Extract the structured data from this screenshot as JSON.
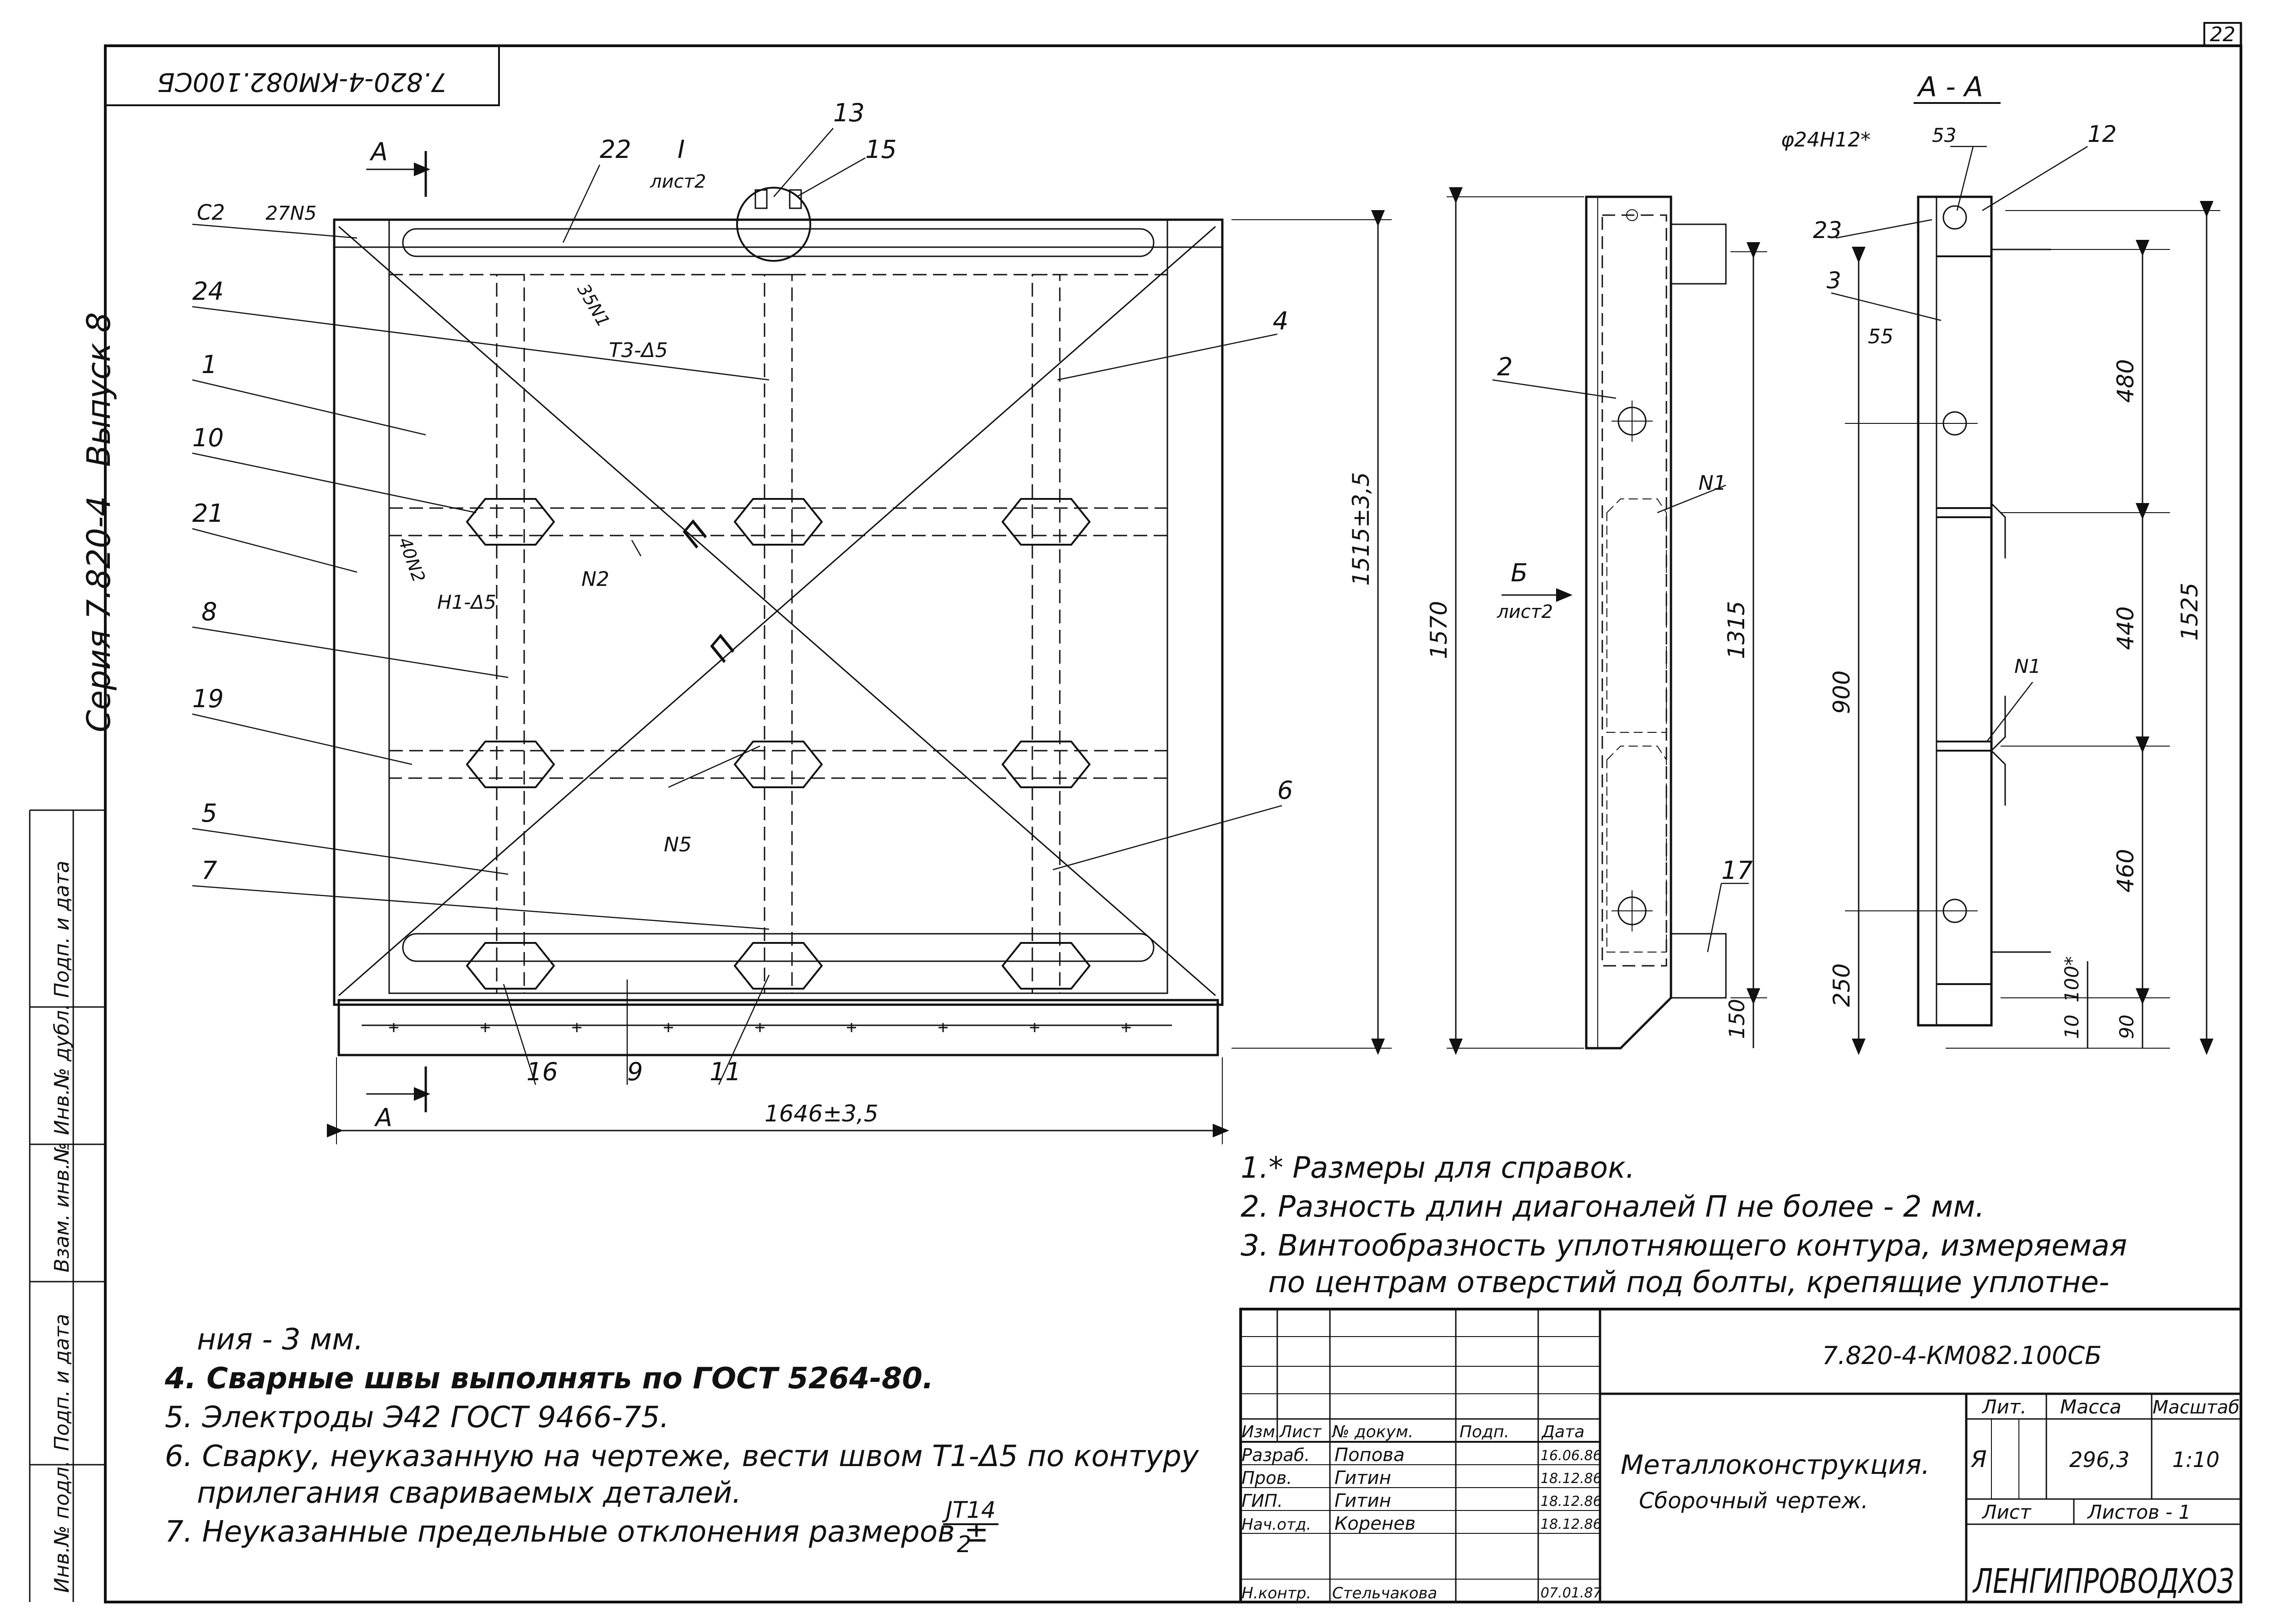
{
  "sheet": {
    "page_number": "22",
    "top_code_mirrored": "7.820-4-КМ082.100СБ",
    "left_margin": {
      "series": "Серия 7.820-4",
      "issue": "Выпуск 8",
      "stamps": [
        "Инв.№ подл.",
        "Подп. и дата",
        "Взам. инв.№",
        "Инв.№ дубл.",
        "Подп. и дата"
      ]
    }
  },
  "drawing": {
    "front_view": {
      "section_mark_top": "А",
      "section_mark_bottom": "А",
      "callout_I": "I",
      "callout_I_ref": "лист2",
      "weld_c2": "С2",
      "weld_27n5": "27N5",
      "weld_35n1": "35N1",
      "weld_t3": "Т3-Δ5",
      "weld_40n2": "40N2",
      "weld_h1": "Н1-Δ5",
      "weld_n2": "N2",
      "weld_n5": "N5",
      "diag_mark_1": "П",
      "diag_mark_2": "П",
      "dim_height": "1515±3,5",
      "dim_width": "1646±3,5",
      "part_labels": [
        "22",
        "13",
        "15",
        "24",
        "4",
        "1",
        "10",
        "21",
        "8",
        "19",
        "5",
        "7",
        "6",
        "16",
        "9",
        "11"
      ]
    },
    "side_view": {
      "part_2": "2",
      "weld_n1": "N1",
      "part_17": "17",
      "view_B": "Б",
      "view_B_ref": "лист2",
      "dim_1570": "1570",
      "dim_1315": "1315",
      "dim_150": "150"
    },
    "section_AA": {
      "title": "А - А",
      "hole": "φ24Н12*",
      "dim_53": "53",
      "part_12": "12",
      "part_23": "23",
      "part_3": "3",
      "dim_55": "55",
      "weld_n1a": "N1",
      "weld_n1b": "N1",
      "dim_480": "480",
      "dim_440": "440",
      "dim_460": "460",
      "dim_900": "900",
      "dim_250": "250",
      "dim_1525": "1525",
      "dim_100": "100*",
      "dim_10": "10",
      "dim_90": "90"
    }
  },
  "notes": {
    "n1": "1.* Размеры для справок.",
    "n2": "2. Разность длин диагоналей П не более - 2 мм.",
    "n3a": "3. Винтообразность уплотняющего контура, измеряемая",
    "n3b": "по центрам отверстий под болты, крепящие уплотне-",
    "n3c": "ния - 3 мм.",
    "n4": "4. Сварные швы выполнять по ГОСТ 5264-80.",
    "n5": "5. Электроды Э42 ГОСТ 9466-75.",
    "n6a": "6. Сварку, неуказанную на чертеже, вести швом Т1-Δ5 по контуру",
    "n6b": "прилегания свариваемых деталей.",
    "n7": "7. Неуказанные предельные отклонения размеров ±",
    "n7_frac_num": "JT14",
    "n7_frac_den": "2"
  },
  "title_block": {
    "code": "7.820-4-КМ082.100СБ",
    "headers": [
      "Изм.",
      "Лист",
      "№ докум.",
      "Подп.",
      "Дата"
    ],
    "rows": [
      {
        "role": "Разраб.",
        "name": "Попова",
        "date": "16.06.86"
      },
      {
        "role": "Пров.",
        "name": "Гитин",
        "date": "18.12.86"
      },
      {
        "role": "ГИП.",
        "name": "Гитин",
        "date": "18.12.86"
      },
      {
        "role": "Нач.отд.",
        "name": "Коренев",
        "date": "18.12.86"
      },
      {
        "role": "Н.контр.",
        "name": "Стельчакова",
        "date": "07.01.87"
      }
    ],
    "name_line1": "Металлоконструкция.",
    "name_line2": "Сборочный чертеж.",
    "lit_header": "Лит.",
    "mass_header": "Масса",
    "scale_header": "Масштаб",
    "lit": "Я",
    "mass": "296,3",
    "scale": "1:10",
    "sheet_label": "Лист",
    "sheets_label": "Листов - 1",
    "org": "ЛЕНГИПРОВОДХОЗ"
  }
}
